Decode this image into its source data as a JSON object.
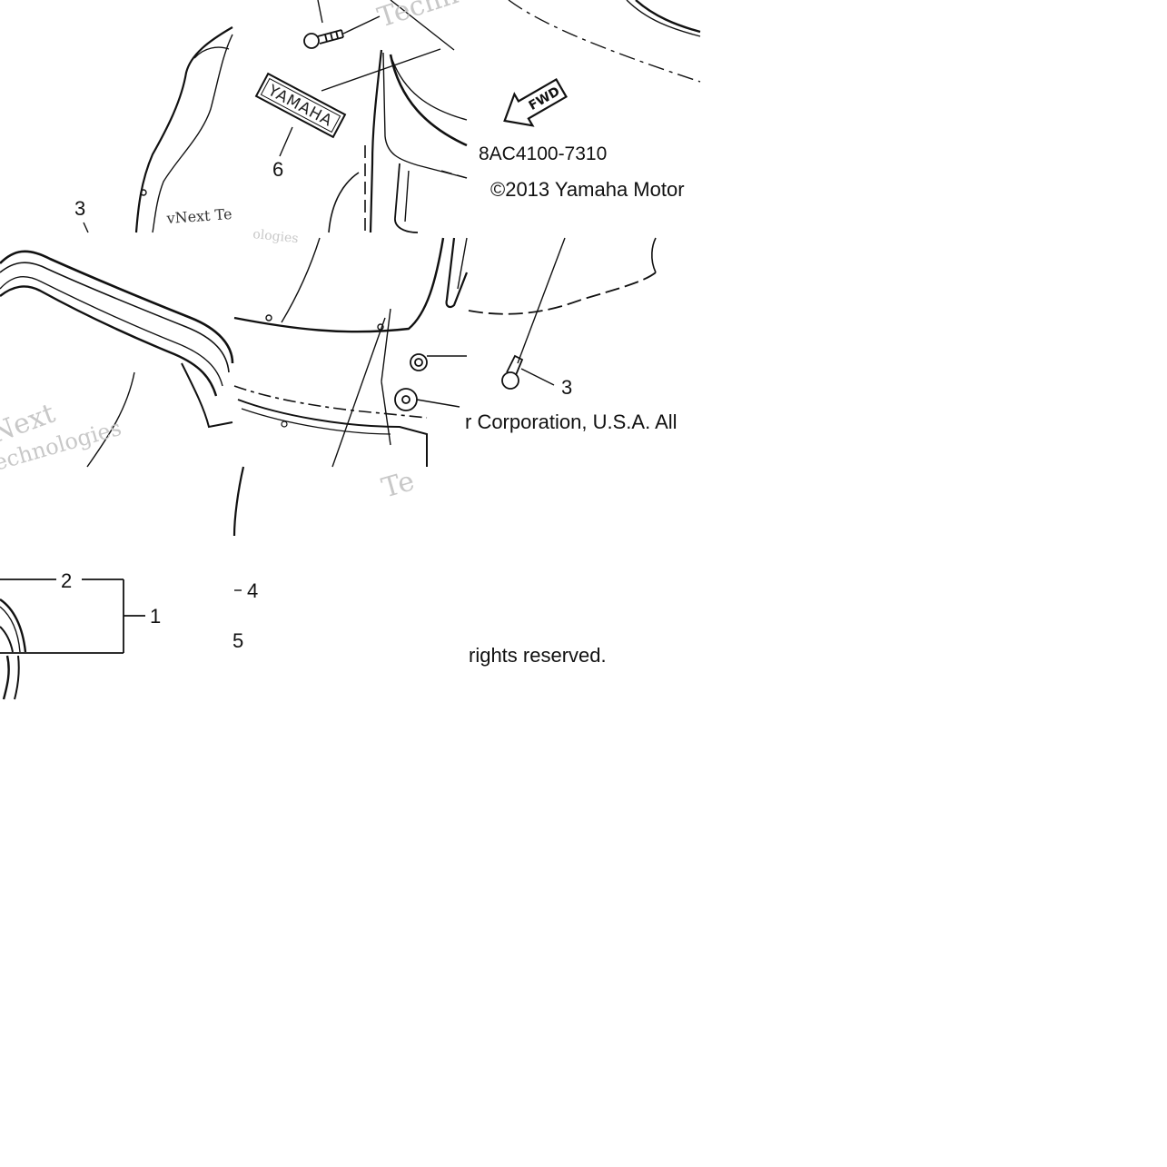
{
  "diagram": {
    "part_code": "8AC4100-7310",
    "copyright_line1_a": "©2013 Yamaha Motor",
    "copyright_line1_b": "r Corporation, U.S.A. All",
    "copyright_line2": "rights reserved.",
    "badge_text": "YAMAHA",
    "fwd_text": "FWD",
    "callouts": [
      "1",
      "2",
      "3",
      "3",
      "4",
      "5",
      "6"
    ],
    "watermark_text": "vNext Technologies",
    "watermark_fragments": [
      "Techno",
      "vNext Te",
      "ologies",
      "Next",
      "echnologies",
      "Te"
    ]
  }
}
